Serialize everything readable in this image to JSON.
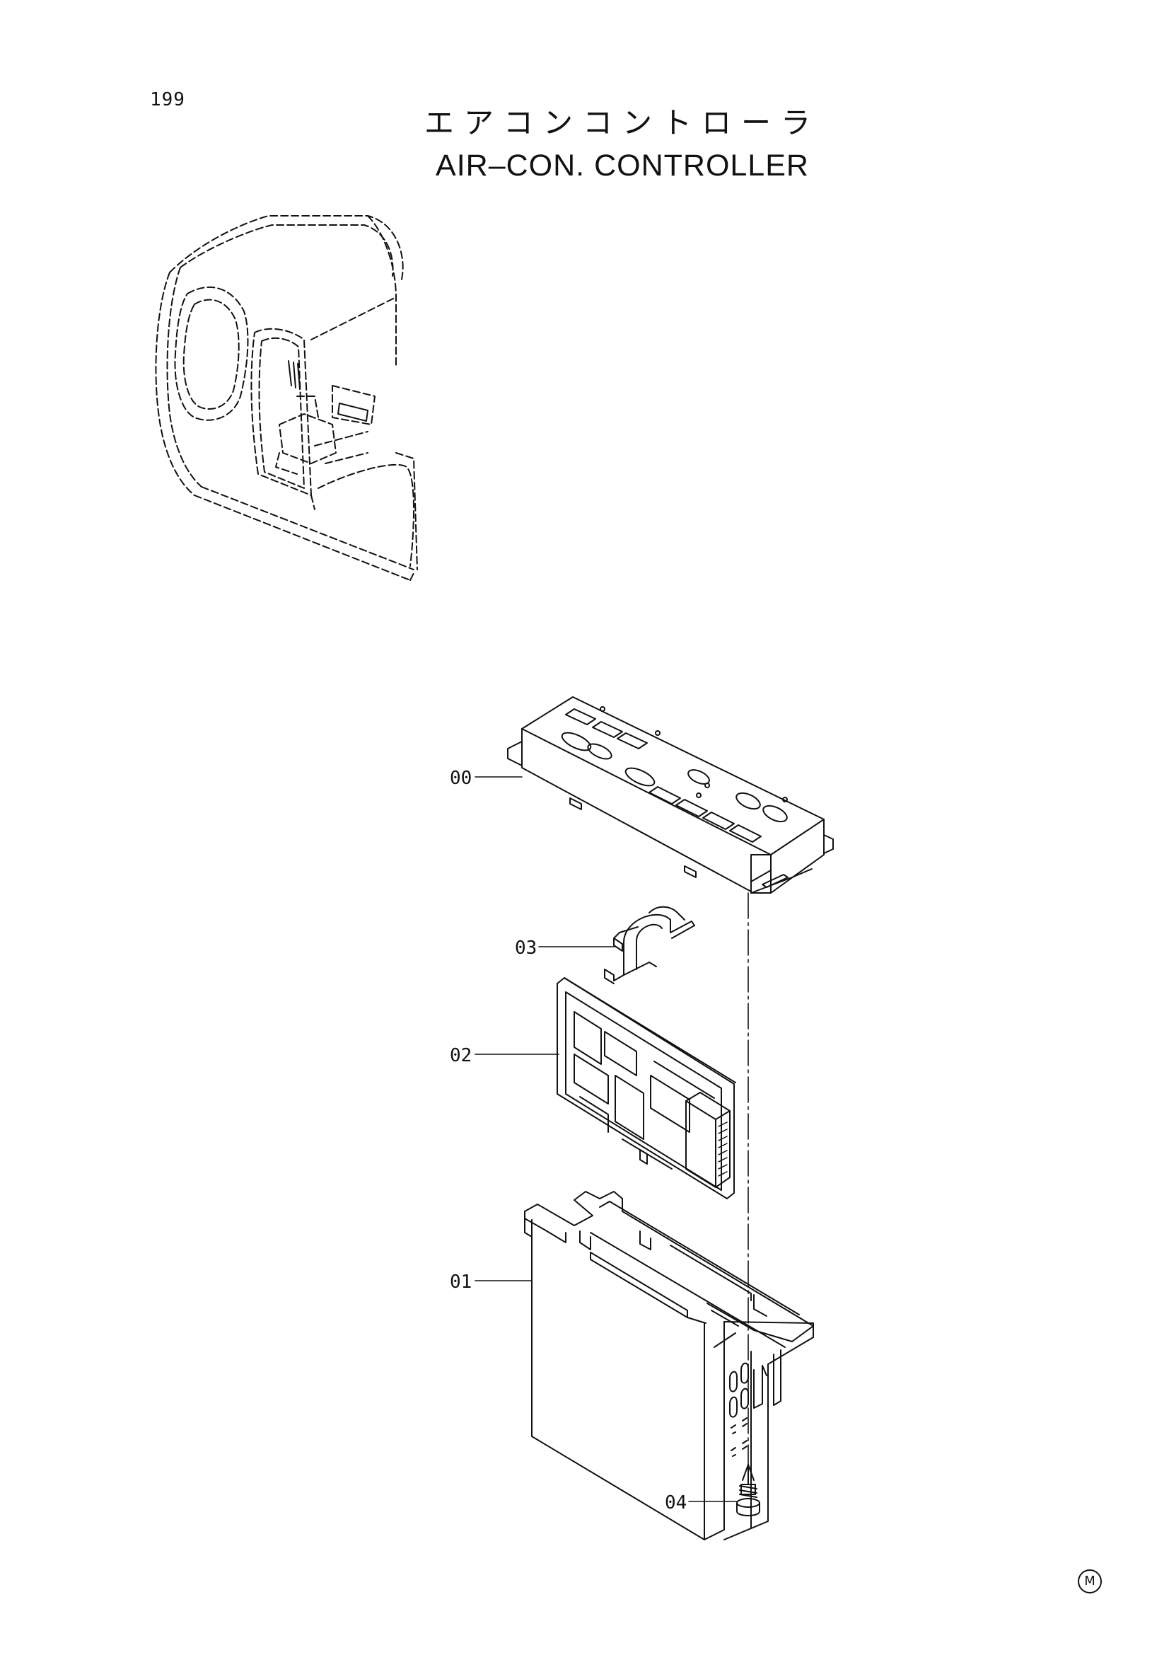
{
  "page_number": "199",
  "title": {
    "japanese": "エアコンコントローラ",
    "english": "AIR–CON. CONTROLLER"
  },
  "parts": [
    {
      "ref": "00"
    },
    {
      "ref": "03"
    },
    {
      "ref": "02"
    },
    {
      "ref": "01"
    },
    {
      "ref": "04"
    }
  ],
  "corner_mark": "M",
  "colors": {
    "line": "#111111",
    "background": "#ffffff"
  }
}
